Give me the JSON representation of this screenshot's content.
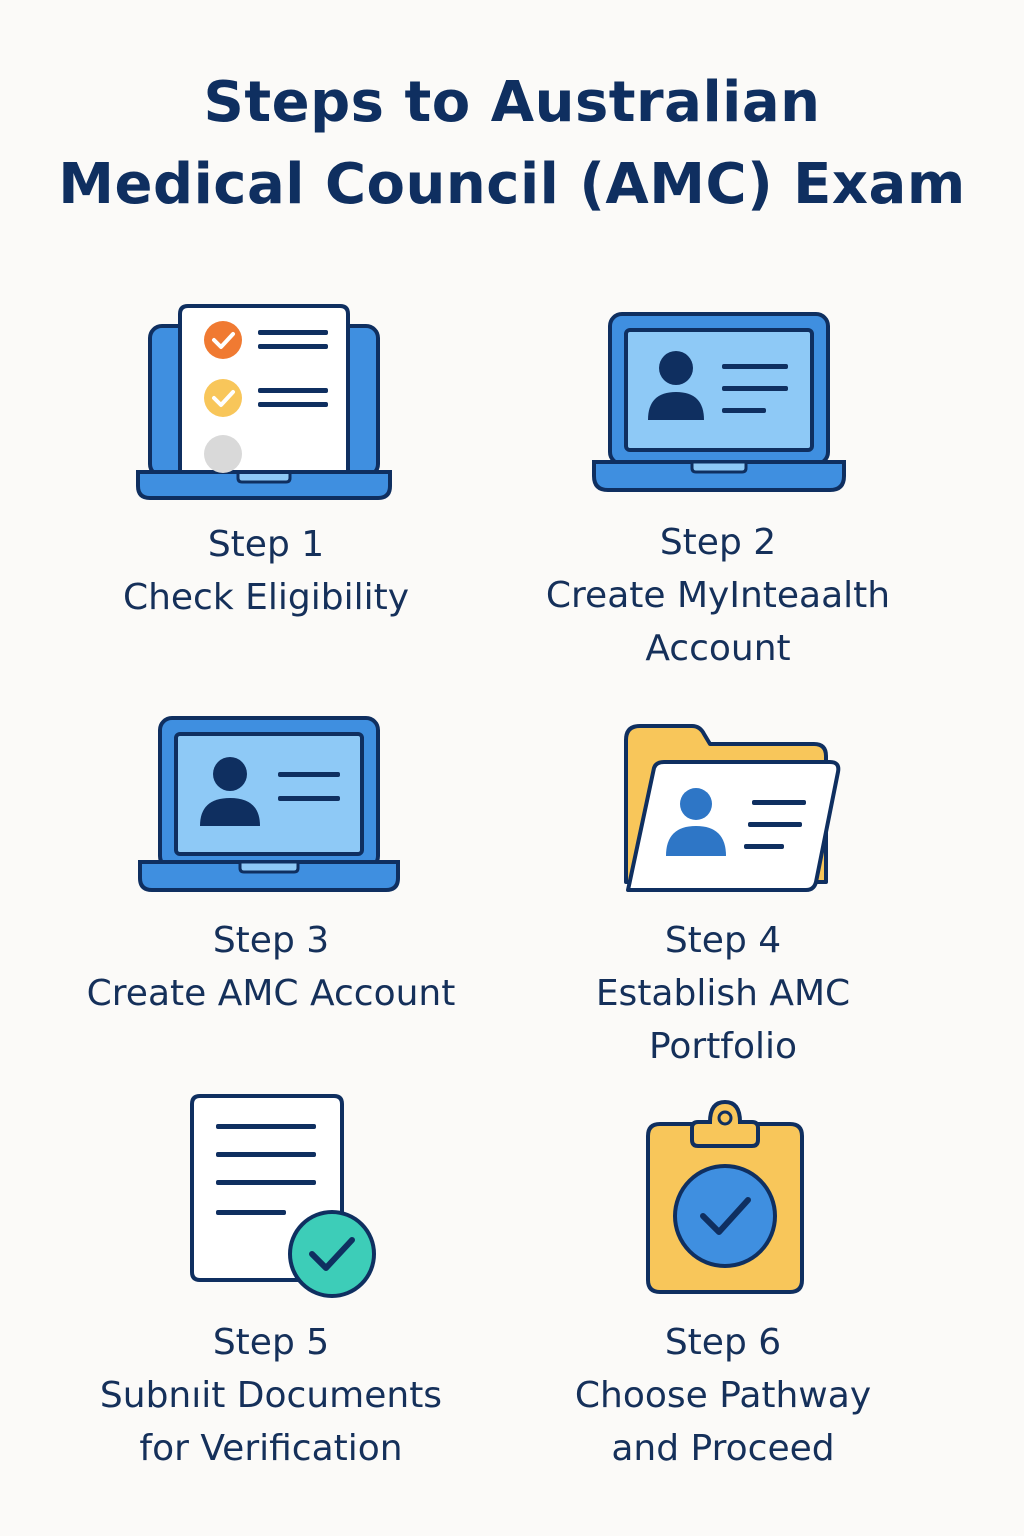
{
  "title": {
    "line1": "Steps to Australian",
    "line2": "Medical Council (AMC) Exam"
  },
  "steps": [
    {
      "number": "Step 1",
      "lines": [
        "Check Eligibility"
      ],
      "icon": "laptop-checklist-icon"
    },
    {
      "number": "Step 2",
      "lines": [
        "Create MyInteaalth",
        "Account"
      ],
      "icon": "laptop-profile-icon"
    },
    {
      "number": "Step 3",
      "lines": [
        "Create AMC Account"
      ],
      "icon": "laptop-profile-icon"
    },
    {
      "number": "Step 4",
      "lines": [
        "Establish AMC",
        "Portfolio"
      ],
      "icon": "folder-profile-icon"
    },
    {
      "number": "Step 5",
      "lines": [
        "Subnıit Documents",
        "for Verification"
      ],
      "icon": "document-check-icon"
    },
    {
      "number": "Step 6",
      "lines": [
        "Choose Pathway",
        "and Proceed"
      ],
      "icon": "clipboard-check-icon"
    }
  ],
  "colors": {
    "navy": "#0f2f60",
    "blue": "#3f8fe0",
    "light-blue": "#8ec9f6",
    "yellow": "#f8c65a",
    "orange": "#f07a32",
    "teal": "#3dcdb8"
  }
}
